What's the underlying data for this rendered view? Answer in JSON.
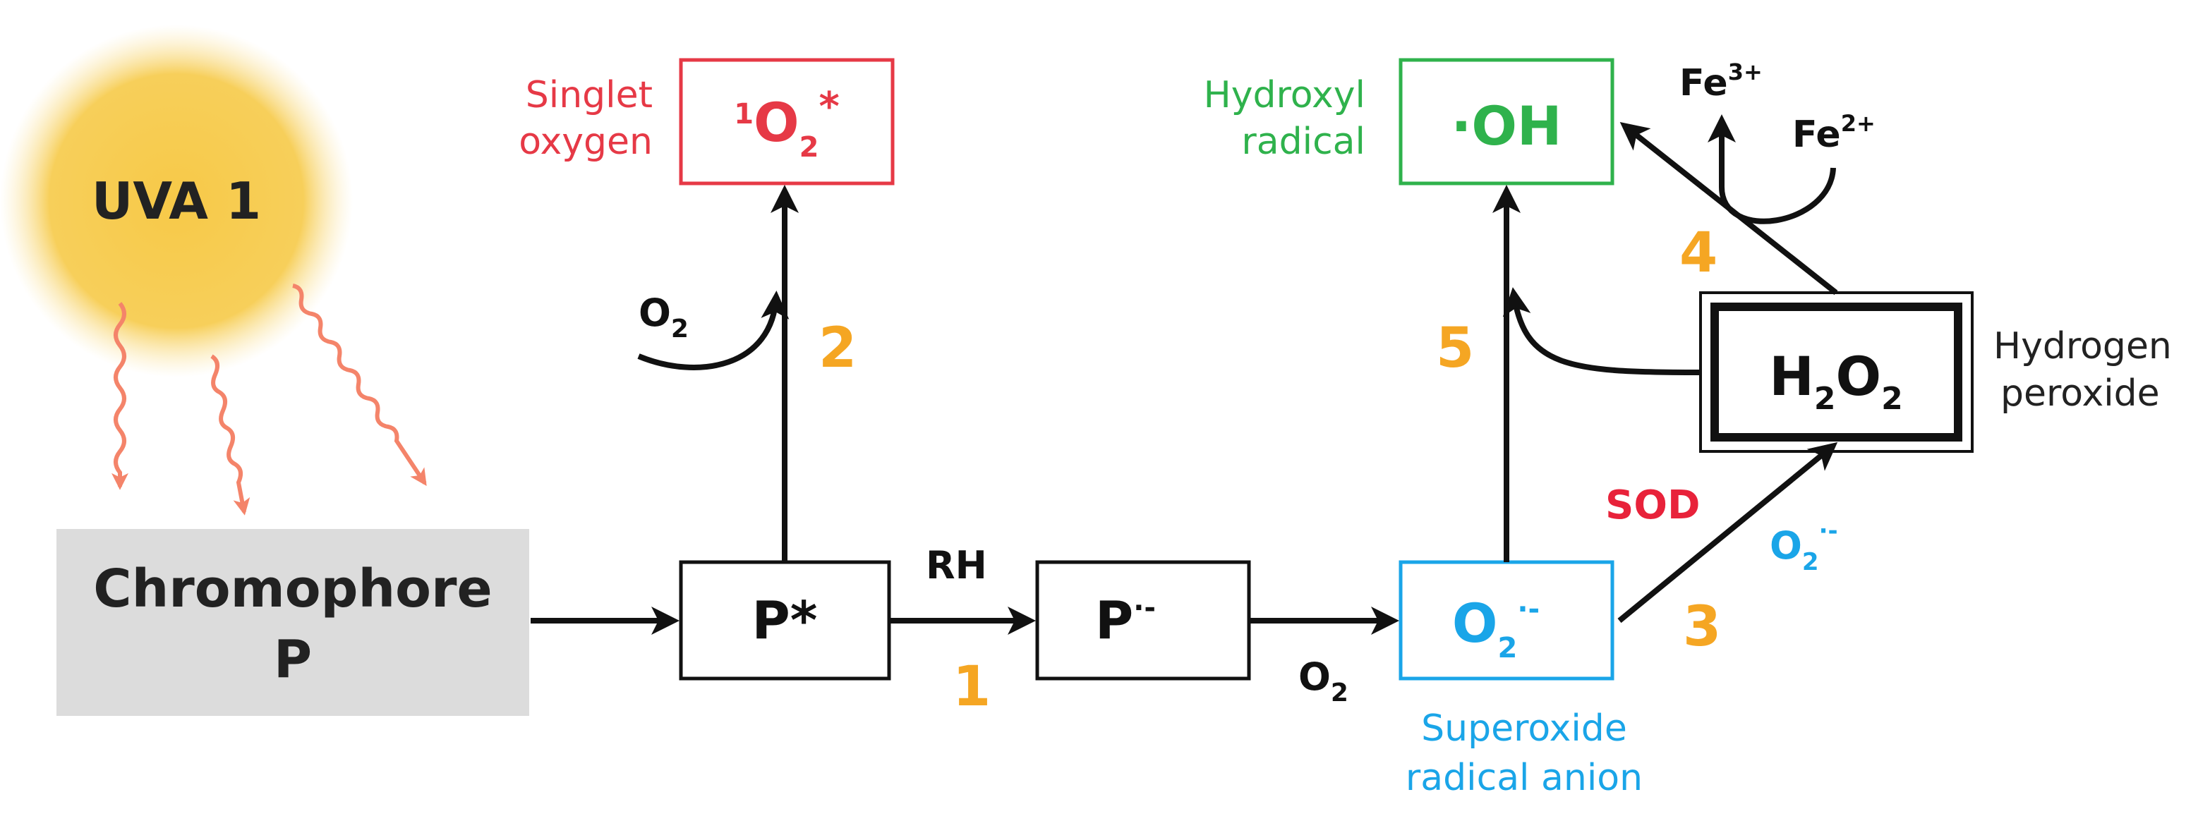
{
  "colors": {
    "singlet": "#e63946",
    "hydroxyl": "#2fb24c",
    "superoxide": "#1aa5e8",
    "step_number": "#f5a623",
    "sod": "#e8223a",
    "sun": "#f7c948",
    "uv_ray": "#f4846a",
    "chromophore_bg": "#dcdcdc",
    "black": "#111111"
  },
  "sun": {
    "label": "UVA 1"
  },
  "chromophore": {
    "line1": "Chromophore",
    "line2": "P"
  },
  "boxes": {
    "p_star": "P*",
    "p_radical_base": "P",
    "p_radical_sup": "·-",
    "singlet_o2_pre": "1",
    "singlet_o2_base": "O",
    "singlet_o2_sub": "2",
    "singlet_o2_sup": "*",
    "hydroxyl_text": "·OH",
    "superoxide_base": "O",
    "superoxide_sub": "2",
    "superoxide_sup": "·-",
    "h2o2_a": "H",
    "h2o2_b": "2",
    "h2o2_c": "O",
    "h2o2_d": "2"
  },
  "labels": {
    "singlet_line1": "Singlet",
    "singlet_line2": "oxygen",
    "hydroxyl_line1": "Hydroxyl",
    "hydroxyl_line2": "radical",
    "superoxide_line1": "Superoxide",
    "superoxide_line2": "radical anion",
    "hydrogen_line1": "Hydrogen",
    "hydrogen_line2": "peroxide",
    "rh": "RH",
    "sod": "SOD",
    "o2_base": "O",
    "o2_sub": "2",
    "o2_dot_sup": "·-",
    "fe3_base": "Fe",
    "fe3_sup": "3+",
    "fe2_base": "Fe",
    "fe2_sup": "2+"
  },
  "steps": [
    "1",
    "2",
    "3",
    "4",
    "5"
  ]
}
